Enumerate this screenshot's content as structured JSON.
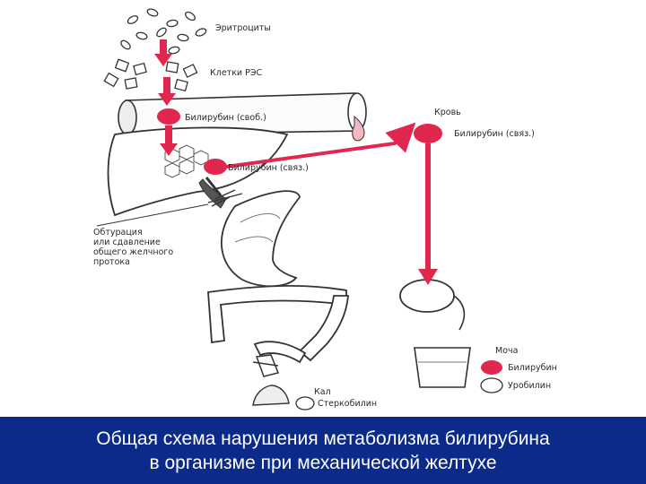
{
  "labels": {
    "erythrocytes": "Эритроциты",
    "res_cells": "Клетки РЭС",
    "bilirubin_free": "Билирубин (своб.)",
    "bilirubin_bound": "Билирубин (связ.)",
    "blood": "Кровь",
    "blood_bilirubin": "Билирубин (связ.)",
    "obstruction": [
      "Обтурация",
      "или сдавление",
      "общего желчного",
      "протока"
    ],
    "urine": "Моча",
    "urine_bilirubin": "Билирубин",
    "urobilin": "Уробилин",
    "feces": "Кал",
    "stercobilin": "Стеркобилин"
  },
  "caption": {
    "line1": "Общая схема нарушения метаболизма билирубина",
    "line2": "в организме при механической желтухе"
  },
  "colors": {
    "accent": "#e0284f",
    "caption_bg": "#0b2a8a",
    "ink": "#2a2a2a",
    "pale_pink": "#f2b8c2"
  }
}
